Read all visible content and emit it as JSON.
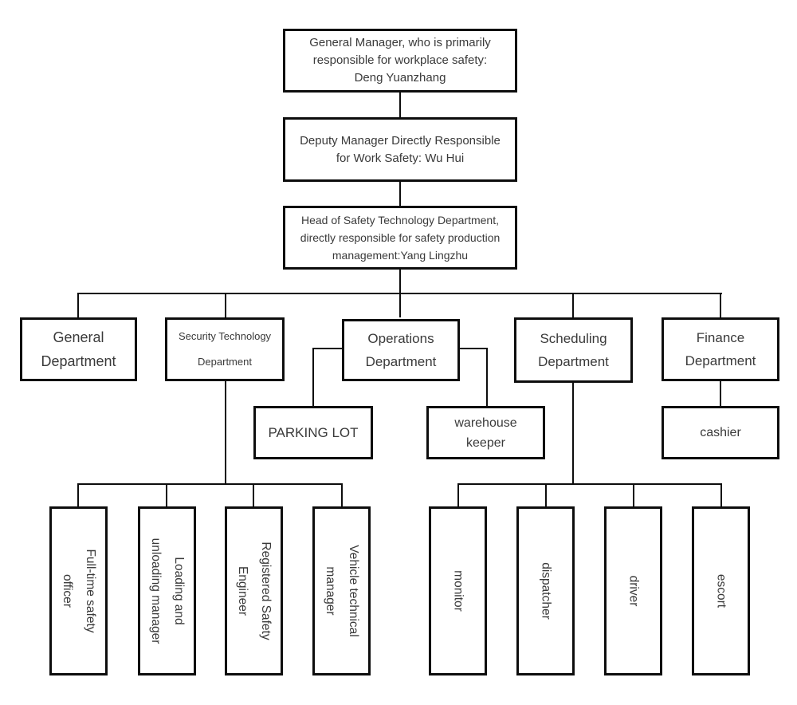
{
  "title": "Workplace safety organization chart",
  "colors": {
    "line": "#0d0d0d",
    "text": "#3a3a3a",
    "background": "#ffffff"
  },
  "nodes": {
    "general_manager": "General Manager, who is primarily\nresponsible for workplace safety:\nDeng Yuanzhang",
    "deputy_manager": "Deputy Manager Directly Responsible\nfor Work Safety: Wu Hui",
    "safety_head": "Head of Safety Technology Department,\ndirectly responsible for safety production\nmanagement:Yang Lingzhu",
    "general_department": "General\nDepartment",
    "security_technology_department": "Security Technology\nDepartment",
    "operations_department": "Operations\nDepartment",
    "scheduling_department": "Scheduling\nDepartment",
    "finance_department": "Finance\nDepartment",
    "parking_lot": "PARKING LOT",
    "warehouse_keeper": "warehouse\nkeeper",
    "cashier": "cashier",
    "full_time_safety_officer": "Full-time safety\nofficer",
    "loading_unloading_manager": "Loading and\nunloading manager",
    "registered_safety_engineer": "Registered Safety\nEngineer",
    "vehicle_technical_manager": "Vehicle technical\nmanager",
    "monitor": "monitor",
    "dispatcher": "dispatcher",
    "driver": "driver",
    "escort": "escort"
  },
  "hierarchy": {
    "general_manager": [
      "deputy_manager"
    ],
    "deputy_manager": [
      "safety_head"
    ],
    "safety_head": [
      "general_department",
      "security_technology_department",
      "operations_department",
      "scheduling_department",
      "finance_department"
    ],
    "security_technology_department": [
      "full_time_safety_officer",
      "loading_unloading_manager",
      "registered_safety_engineer",
      "vehicle_technical_manager"
    ],
    "operations_department": [
      "parking_lot",
      "warehouse_keeper"
    ],
    "scheduling_department": [
      "monitor",
      "dispatcher",
      "driver",
      "escort"
    ],
    "finance_department": [
      "cashier"
    ]
  }
}
